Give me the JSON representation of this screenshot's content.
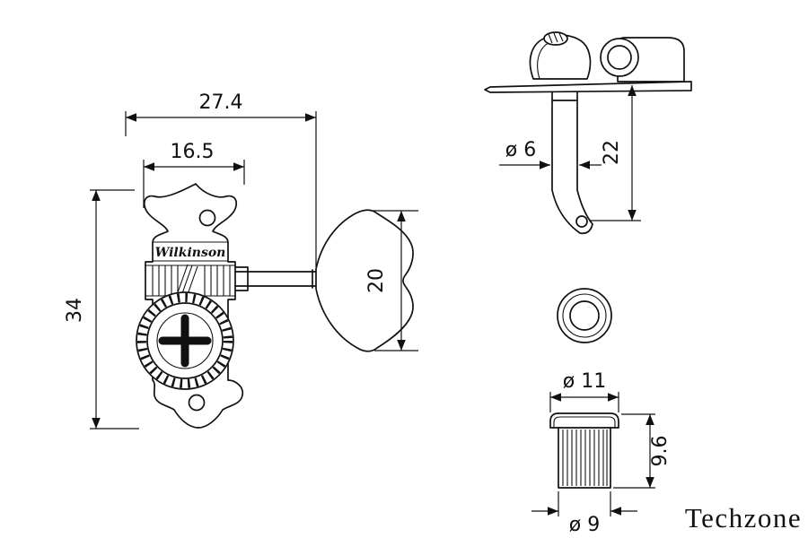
{
  "front_view": {
    "brand": "Wilkinson",
    "dim_total_width": "27.4",
    "dim_plate_width": "16.5",
    "dim_total_height": "34",
    "dim_button_height": "20"
  },
  "side_view": {
    "dim_post_diameter": "ø 6",
    "dim_post_length": "22"
  },
  "bushing_view": {
    "dim_flange_diameter": "ø 11",
    "dim_height": "9.6",
    "dim_body_diameter": "ø 9"
  },
  "watermark": "Techzone"
}
